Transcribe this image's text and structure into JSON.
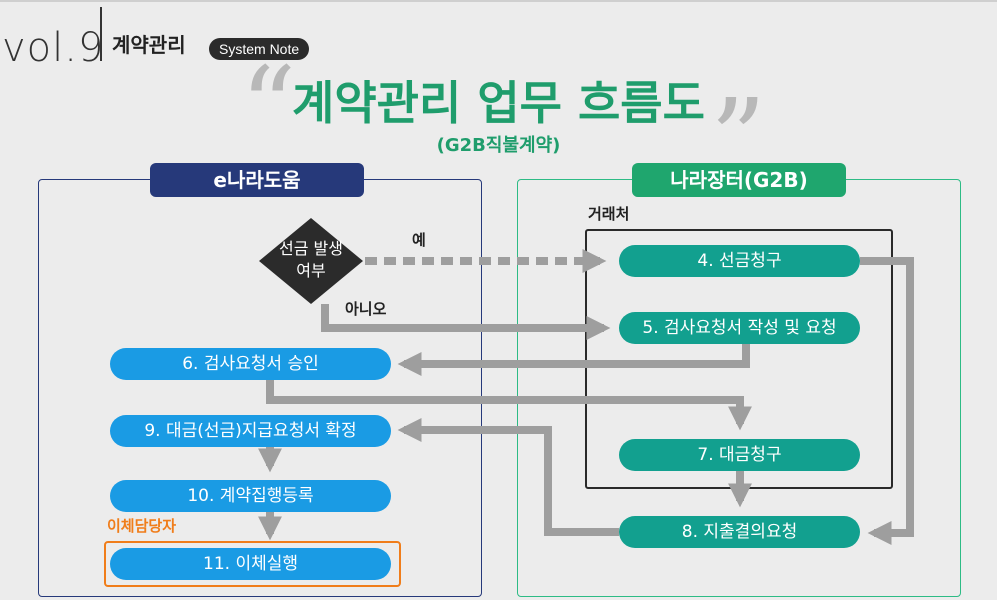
{
  "header": {
    "volume": "vol.9",
    "series": "계약관리",
    "note_pill": "System Note"
  },
  "title": "계약관리 업무 흐름도",
  "subtitle": "(G2B직불계약)",
  "panels": {
    "left": "e나라도움",
    "right": "나라장터(G2B)"
  },
  "decision": {
    "text": "선금 발생 여부",
    "yes": "예",
    "no": "아니오"
  },
  "groups": {
    "vendor": "거래처",
    "payment_manager": "이체담당자"
  },
  "nodes": {
    "n4": "4. 선금청구",
    "n5": "5. 검사요청서 작성 및 요청",
    "n6": "6. 검사요청서 승인",
    "n7": "7. 대금청구",
    "n8": "8. 지출결의요청",
    "n9": "9. 대금(선금)지급요청서 확정",
    "n10": "10. 계약집행등록",
    "n11": "11. 이체실행"
  },
  "colors": {
    "left_panel": "#26397a",
    "right_panel": "#1fa66e",
    "left_node": "#1a9be4",
    "right_node": "#12a08f",
    "title": "#1f9d6c",
    "arrow": "#9e9e9e",
    "payment_box": "#f07d1a"
  }
}
